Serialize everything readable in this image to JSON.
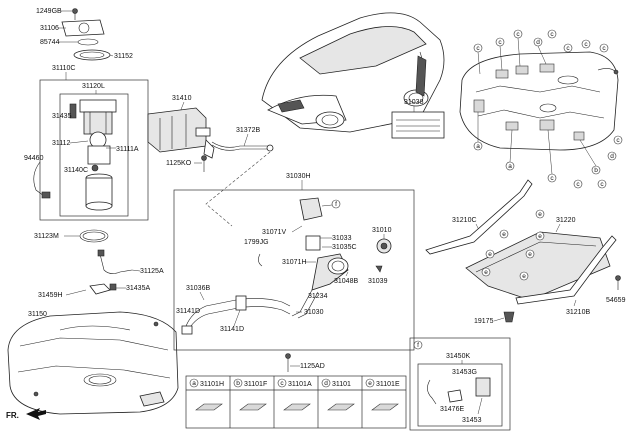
{
  "part_labels": {
    "p1249GB": "1249GB",
    "p31106": "31106",
    "p85744": "85744",
    "p31152": "31152",
    "p31110C": "31110C",
    "p31120L": "31120L",
    "p31435": "31435",
    "p31112": "31112",
    "p31111A": "31111A",
    "p31140C": "31140C",
    "p94460": "94460",
    "p31410": "31410",
    "p31372B": "31372B",
    "p1125KO": "1125KO",
    "p31038": "31038",
    "p31123M": "31123M",
    "p31125A": "31125A",
    "p31459H": "31459H",
    "p31435A": "31435A",
    "p31150": "31150",
    "p31030H": "31030H",
    "p31071V": "31071V",
    "p1799JG": "1799JG",
    "p31033": "31033",
    "p31035C": "31035C",
    "p31071H": "31071H",
    "p31048B": "31048B",
    "p31010": "31010",
    "p31039": "31039",
    "p31036B": "31036B",
    "p31141D_a": "31141D",
    "p31141D_b": "31141D",
    "p31234": "31234",
    "p31030": "31030",
    "p1125AD": "1125AD",
    "p31210C": "31210C",
    "p31220": "31220",
    "p31210B": "31210B",
    "p19175": "19175",
    "p54659": "54659",
    "p31450K": "31450K",
    "p31453G": "31453G",
    "p31476E": "31476E",
    "p31453": "31453"
  },
  "callouts": {
    "a": "a",
    "b": "b",
    "c": "c",
    "d": "d",
    "e": "e",
    "f": "f"
  },
  "legend": [
    {
      "letter": "a",
      "part": "31101H"
    },
    {
      "letter": "b",
      "part": "31101F"
    },
    {
      "letter": "c",
      "part": "31101A"
    },
    {
      "letter": "d",
      "part": "31101"
    },
    {
      "letter": "e",
      "part": "31101E"
    }
  ],
  "inset_f_letter": "f",
  "orientation_label": "FR."
}
